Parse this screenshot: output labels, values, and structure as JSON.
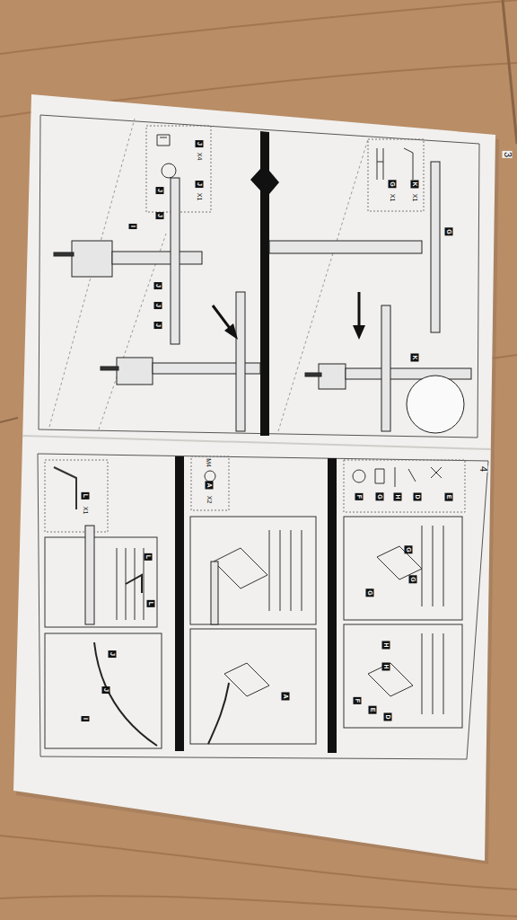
{
  "diagram": {
    "labels": [
      "3",
      "J",
      "X4",
      "J",
      "X1",
      "J",
      "J",
      "J",
      "J",
      "J",
      "I",
      "G",
      "X1",
      "K",
      "X1",
      "G",
      "K",
      "4",
      "L",
      "X1",
      "L",
      "L",
      "J",
      "J",
      "I",
      "M4",
      "A",
      "X2",
      "A",
      "F",
      "G",
      "H",
      "D",
      "E",
      "G",
      "G",
      "G",
      "H",
      "H",
      "F",
      "E",
      "D"
    ]
  }
}
